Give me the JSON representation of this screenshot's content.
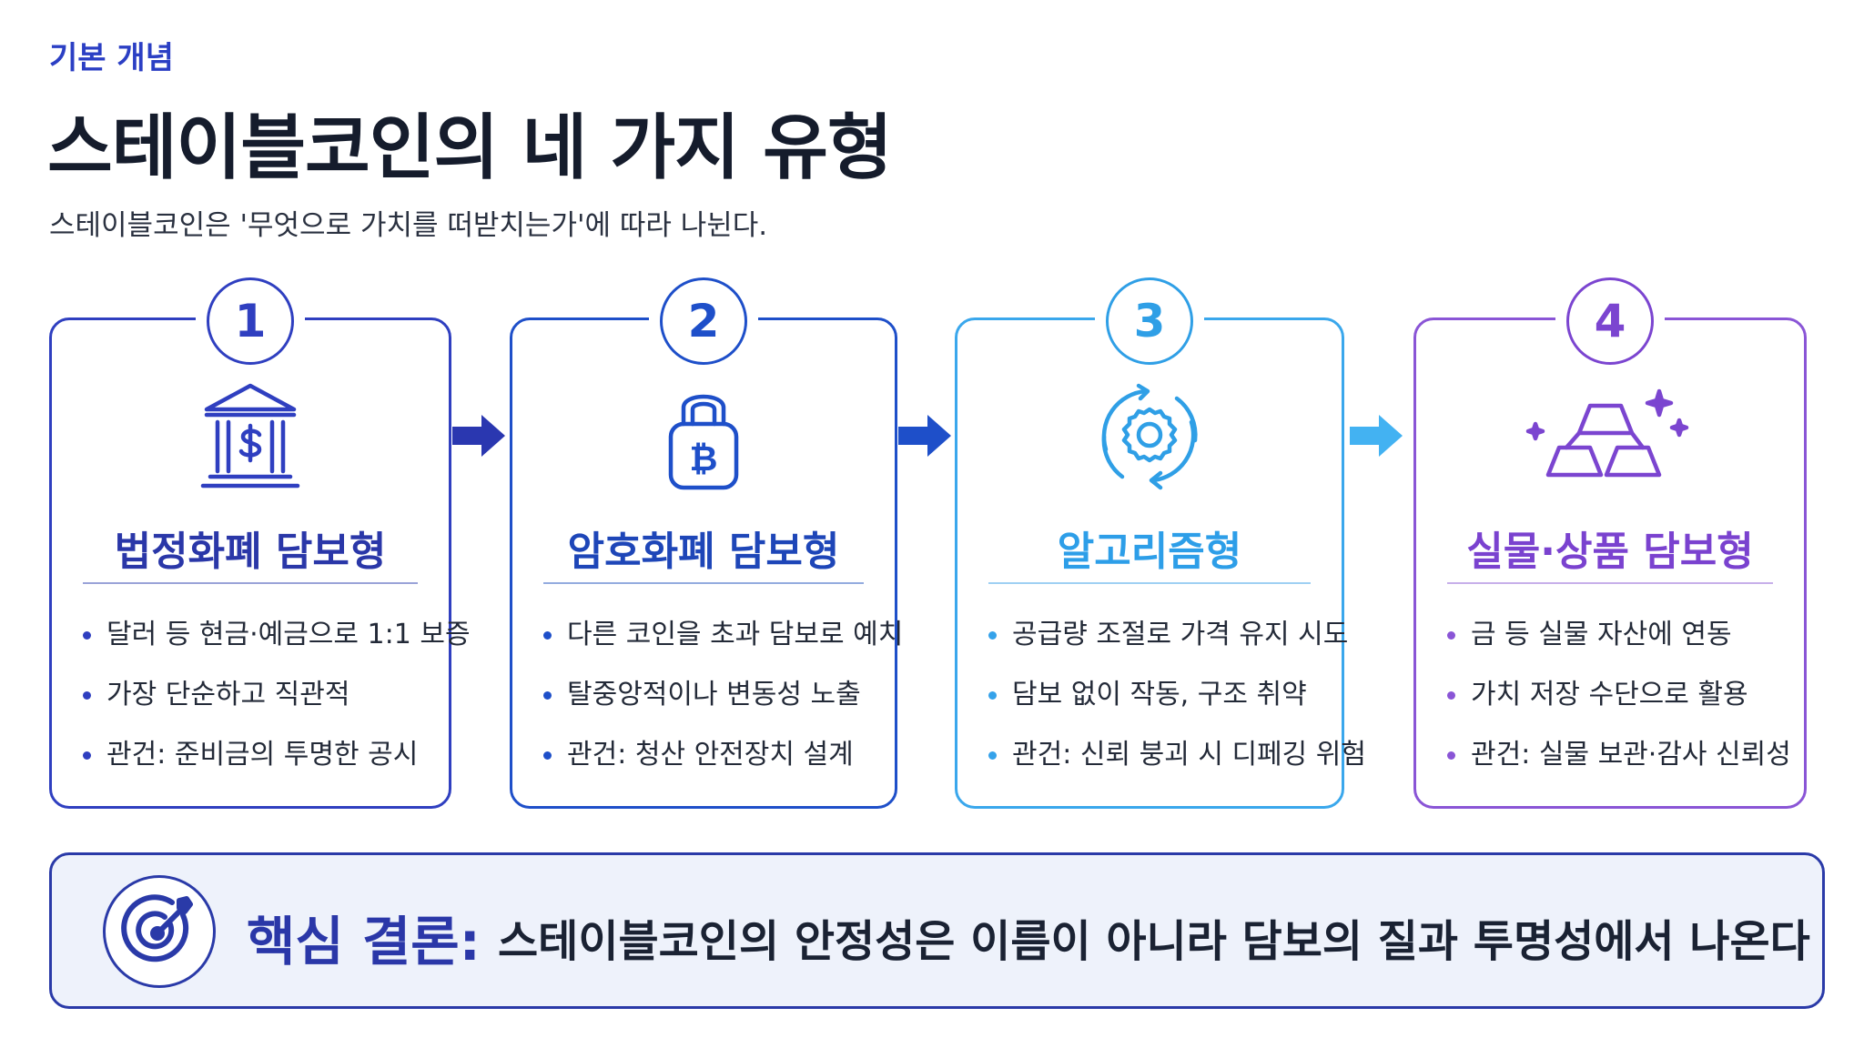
{
  "header": {
    "eyebrow": "기본 개념",
    "title": "스테이블코인의 네 가지 유형",
    "subtitle": "스테이블코인은 '무엇으로 가치를 떠받치는가'에 따라 나뉜다."
  },
  "cards": [
    {
      "number": "1",
      "icon": "bank-dollar-icon",
      "title": "법정화폐 담보형",
      "bullets": [
        "달러 등 현금·예금으로 1:1 보증",
        "가장 단순하고 직관적",
        "관건: 준비금의 투명한 공시"
      ],
      "color": "#2f3fc0"
    },
    {
      "number": "2",
      "icon": "bitcoin-lock-icon",
      "title": "암호화폐 담보형",
      "bullets": [
        "다른 코인을 초과 담보로 예치",
        "탈중앙적이나 변동성 노출",
        "관건: 청산 안전장치 설계"
      ],
      "color": "#1e4fc9"
    },
    {
      "number": "3",
      "icon": "gear-cycle-icon",
      "title": "알고리즘형",
      "bullets": [
        "공급량 조절로 가격 유지 시도",
        "담보 없이 작동, 구조 취약",
        "관건: 신뢰 붕괴 시 디페깅 위험"
      ],
      "color": "#3aa7ec"
    },
    {
      "number": "4",
      "icon": "gold-bars-icon",
      "title": "실물·상품 담보형",
      "bullets": [
        "금 등 실물 자산에 연동",
        "가치 저장 수단으로 활용",
        "관건: 실물 보관·감사 신뢰성"
      ],
      "color": "#8a55d6"
    }
  ],
  "conclusion": {
    "icon": "target-icon",
    "label": "핵심 결론:",
    "text": "스테이블코인의 안정성은 이름이 아니라 담보의 질과 투명성에서 나온다"
  }
}
